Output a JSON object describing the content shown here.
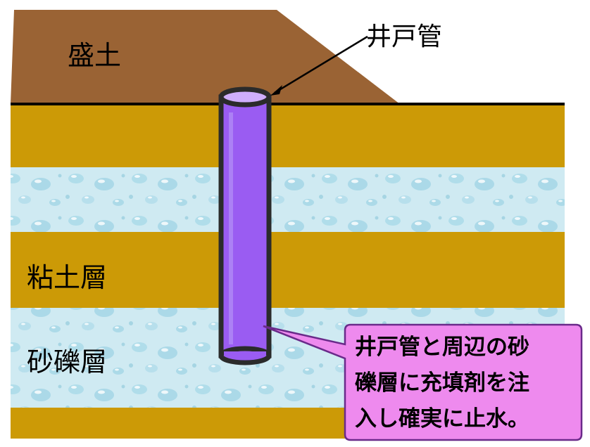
{
  "labels": {
    "fill_soil": "盛土",
    "well_pipe": "井戸管",
    "clay_layer": "粘土層",
    "gravel_layer": "砂礫層"
  },
  "callout": {
    "lines": [
      "井戸管と周辺の砂",
      "礫層に充填剤を注",
      "入し確実に止水。"
    ]
  },
  "colors": {
    "fill_soil": "#9a6334",
    "clay": "#cc9a06",
    "gravel_water": "#cfeaf2",
    "ground_line": "#000000",
    "pipe": "#9a5cf2",
    "pipe_top": "#cfaefc",
    "callout_fill": "#ee8aee",
    "callout_border": "#6a2a8a"
  }
}
